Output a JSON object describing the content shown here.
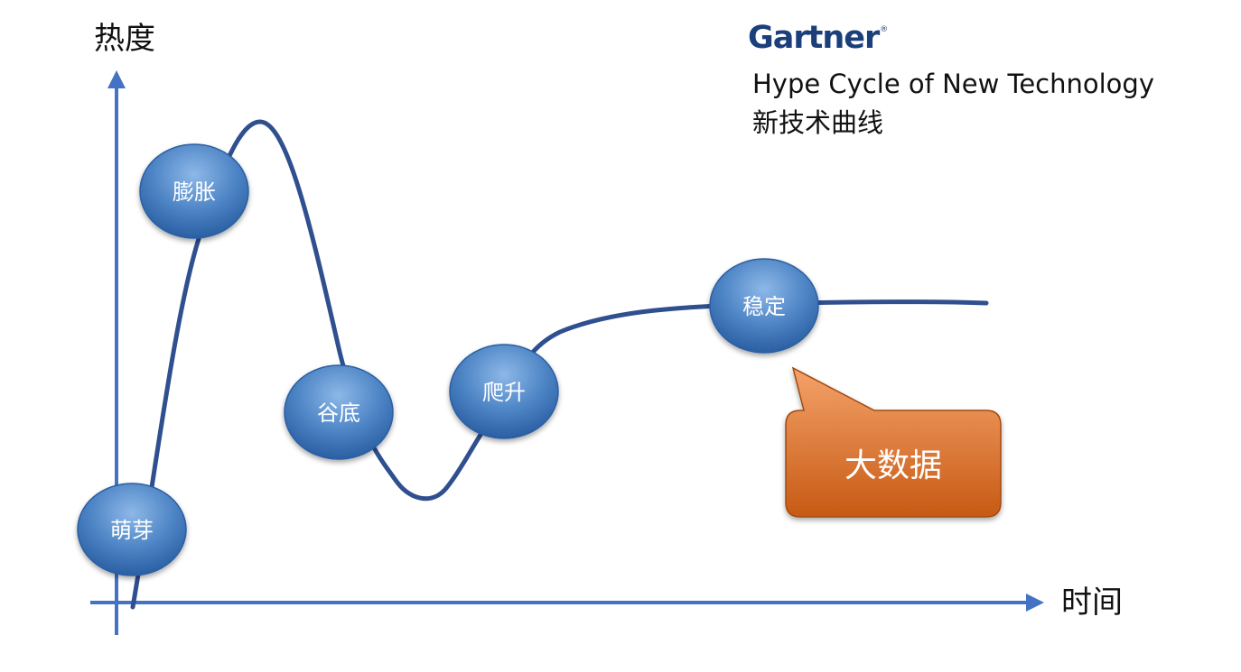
{
  "brand": {
    "name": "Gartner",
    "registered_mark": "®",
    "color": "#1a3f7a"
  },
  "title_en": "Hype Cycle of New Technology",
  "title_zh": "新技术曲线",
  "axes": {
    "y_label": "热度",
    "x_label": "时间",
    "color": "#4472c4"
  },
  "curve": {
    "color": "#2f4f8f"
  },
  "phases": [
    {
      "label": "萌芽"
    },
    {
      "label": "膨胀"
    },
    {
      "label": "谷底"
    },
    {
      "label": "爬升"
    },
    {
      "label": "稳定"
    }
  ],
  "callout": {
    "label": "大数据",
    "color_top": "#f4a26a",
    "color_bottom": "#c75a14"
  }
}
